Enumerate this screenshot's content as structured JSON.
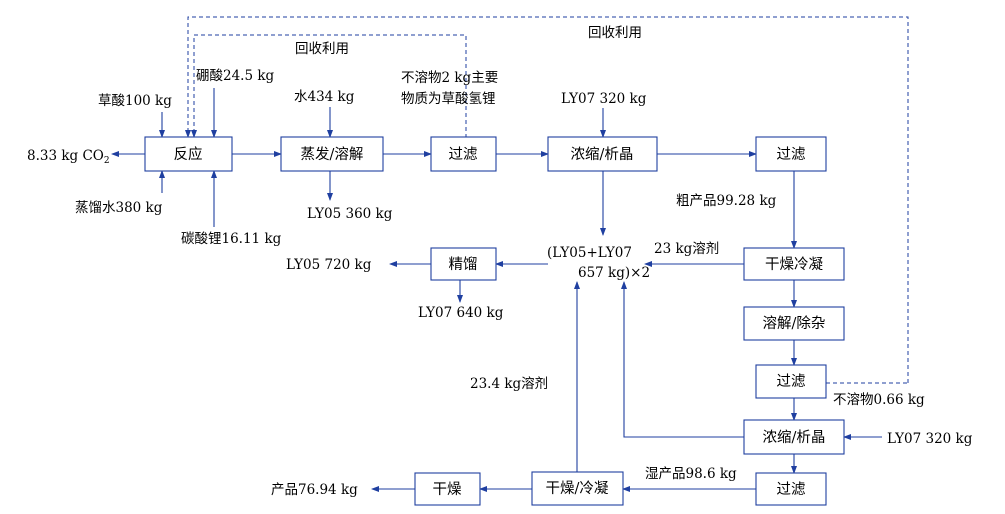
{
  "colors": {
    "line": "#1f3fa0",
    "text": "#000000",
    "background": "#ffffff"
  },
  "boxes": {
    "reaction": "反应",
    "evap_dissolve": "蒸发/溶解",
    "filter1": "过滤",
    "concentrate_crystallize1": "浓缩/析晶",
    "filter2": "过滤",
    "dry_condense1": "干燥冷凝",
    "dissolve_purify": "溶解/除杂",
    "filter3": "过滤",
    "concentrate_crystallize2": "浓缩/析晶",
    "filter4": "过滤",
    "rectify": "精馏",
    "dry_condense2": "干燥/冷凝",
    "dry": "干燥"
  },
  "labels": {
    "recycle_inner": "回收利用",
    "recycle_outer": "回收利用",
    "oxalic_acid": "草酸100 kg",
    "boric_acid": "硼酸24.5 kg",
    "co2_mass": "8.33 kg CO",
    "co2_sub": "2",
    "distilled_water": "蒸馏水380 kg",
    "lithium_carbonate": "碳酸锂16.11 kg",
    "water": "水434 kg",
    "ly05_out": "LY05 360 kg",
    "insoluble_line1": "不溶物2 kg主要",
    "insoluble_line2": "物质为草酸氢锂",
    "ly07_in1": "LY07 320 kg",
    "crude_product": "粗产品99.28 kg",
    "mix_line1": "(LY05+LY07",
    "mix_line2": "657 kg)×2",
    "solvent_23": "23 kg溶剂",
    "ly05_720": "LY05 720 kg",
    "ly07_640": "LY07 640 kg",
    "solvent_23_4": "23.4 kg溶剂",
    "insoluble_066": "不溶物0.66 kg",
    "ly07_in2": "LY07 320 kg",
    "wet_product": "湿产品98.6 kg",
    "product": "产品76.94 kg"
  }
}
